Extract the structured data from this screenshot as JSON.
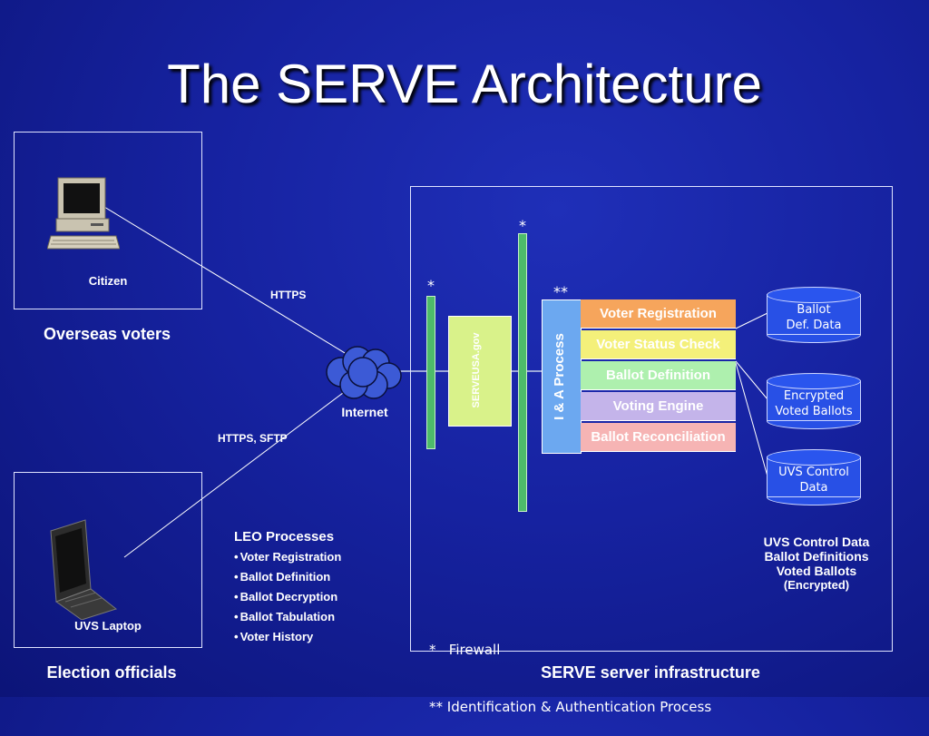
{
  "title": "The SERVE Architecture",
  "citizen": {
    "label": "Citizen"
  },
  "overseas_voters": "Overseas voters",
  "uvs_laptop": {
    "label": "UVS Laptop"
  },
  "election_officials": "Election officials",
  "internet": {
    "label": "Internet"
  },
  "connections": {
    "https": "HTTPS",
    "https_sftp": "HTTPS, SFTP"
  },
  "firewall_marks": {
    "outer": "*",
    "inner": "*",
    "ia": "**"
  },
  "serveusa": "SERVEUSA.gov",
  "ia_process": "I & A Process",
  "stack": [
    {
      "label": "Voter Registration",
      "color": "#f6a55c",
      "text_color": "#ffffff"
    },
    {
      "label": "Voter Status Check",
      "color": "#f4f07a",
      "text_color": "#ffffff"
    },
    {
      "label": "Ballot Definition",
      "color": "#aef0ae",
      "text_color": "#ffffff"
    },
    {
      "label": "Voting Engine",
      "color": "#c4b4ea",
      "text_color": "#ffffff"
    },
    {
      "label": "Ballot Reconciliation",
      "color": "#f6b4b4",
      "text_color": "#ffffff"
    }
  ],
  "databases": [
    {
      "line1": "Ballot",
      "line2": "Def. Data"
    },
    {
      "line1": "Encrypted",
      "line2": "Voted Ballots"
    },
    {
      "line1": "UVS Control",
      "line2": "Data"
    }
  ],
  "storage_summary": {
    "line1": "UVS Control Data",
    "line2": "Ballot Definitions",
    "line3": "Voted Ballots",
    "line4": "(Encrypted)"
  },
  "leo": {
    "heading": "LEO Processes",
    "items": [
      "Voter Registration",
      "Ballot Definition",
      "Ballot Decryption",
      "Ballot Tabulation",
      "Voter History"
    ]
  },
  "legend": {
    "firewall": "*   Firewall",
    "ia": "** Identification & Authentication Process"
  },
  "serve_infra": "SERVE server infrastructure",
  "colors": {
    "firewall": "#4dbb6a",
    "serveusa_box": "#d9f28a",
    "ia_box": "#6ca8f0",
    "background": "#1622a0"
  }
}
